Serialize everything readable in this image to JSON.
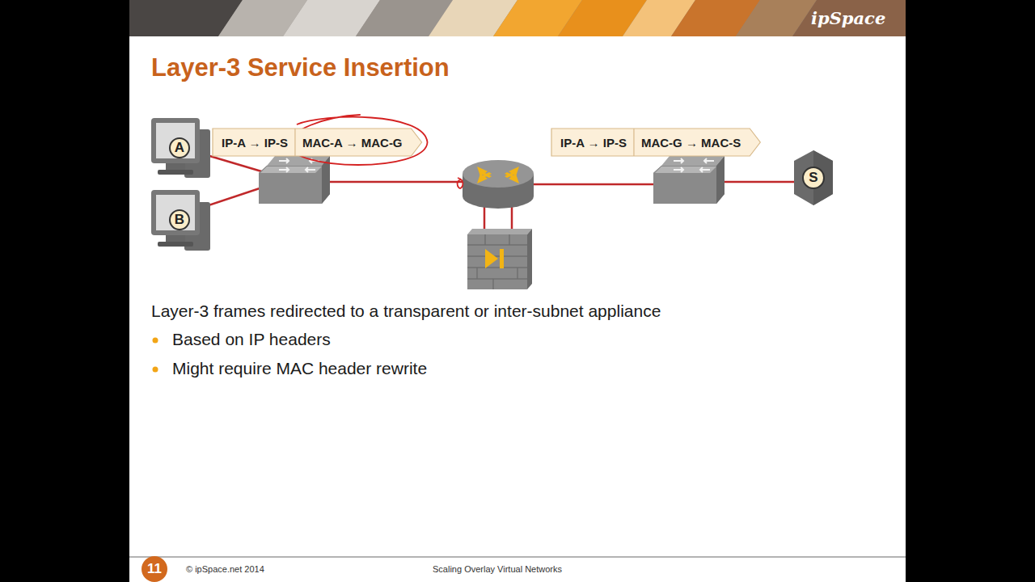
{
  "diagram": {
    "title": "Layer-3 Service Insertion",
    "nodes": [
      {
        "text": [
          "A"
        ]
      },
      {
        "text": [
          "IP-A → IP-S",
          "MAC-A → MAC-G"
        ]
      },
      {
        "text": [
          "IP-A → IP-S",
          "MAC-G → MAC-S"
        ]
      },
      {
        "text": [
          "B"
        ]
      },
      {
        "text": [
          "S"
        ]
      },
      {
        "text": [
          "11"
        ]
      }
    ],
    "labels": [
      "ipSpace",
      "Layer-3 frames redirected to a transparent or inter-subnet appliance",
      "Based on IP headers",
      "Might require MAC header rewrite",
      "© ipSpace.net 2014",
      "Scaling Overlay Virtual Networks"
    ]
  }
}
